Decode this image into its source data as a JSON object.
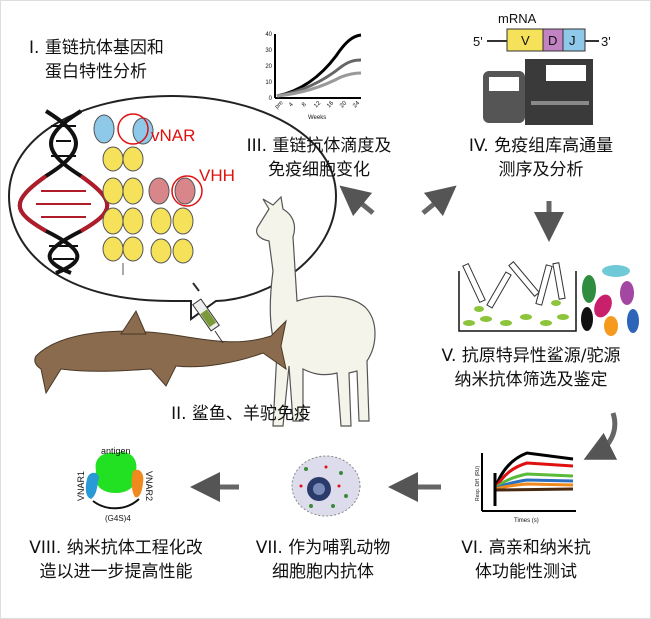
{
  "steps": {
    "s1": [
      "I. 重链抗体基因和",
      "蛋白特性分析"
    ],
    "s2": "II. 鲨鱼、羊驼免疫",
    "s3": [
      "III. 重链抗体滴度及",
      "免疫细胞变化"
    ],
    "s4": [
      "IV. 免疫组库高通量",
      "测序及分析"
    ],
    "s5": [
      "V. 抗原特异性鲨源/驼源",
      "纳米抗体筛选及鉴定"
    ],
    "s6": [
      "VI. 高亲和纳米抗",
      "体功能性测试"
    ],
    "s7": [
      "VII. 作为哺乳动物",
      "细胞胞内抗体"
    ],
    "s8": [
      "VIII. 纳米抗体工程化改",
      "造以进一步提高性能"
    ]
  },
  "labels": {
    "vnar": "vNAR",
    "vhh": "VHH"
  },
  "titer_chart": {
    "xlabel": "Weeks",
    "xticks": [
      "pre",
      "4",
      "8",
      "12",
      "16",
      "20",
      "24"
    ],
    "yticks": [
      "0",
      "10",
      "20",
      "30",
      "40"
    ],
    "ylim": [
      0,
      40
    ]
  },
  "mrna": {
    "title": "mRNA",
    "five": "5'",
    "three": "3'",
    "segments": [
      "V",
      "D",
      "J"
    ]
  },
  "spr_chart": {
    "xlabel": "Times (s)",
    "ylabel": "Resp. Diff. (RU)"
  },
  "engineering": {
    "antigen": "antigen",
    "vnar1": "VNAR1",
    "vnar2": "VNAR2",
    "linker": "(G4S)4"
  },
  "colors": {
    "red": "#e01010",
    "arrow": "#777777",
    "yellow": "#f5e15a"
  }
}
